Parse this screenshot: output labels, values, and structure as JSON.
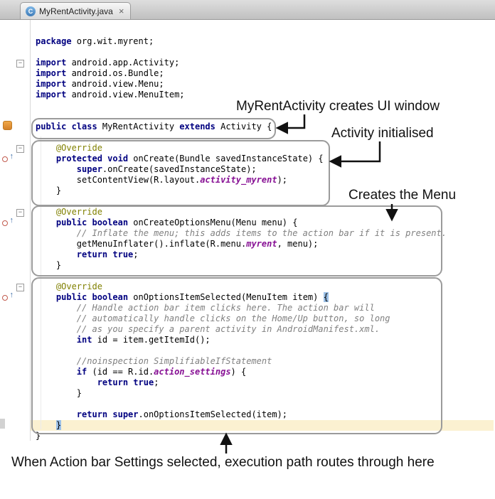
{
  "tab": {
    "title": "MyRentActivity.java",
    "close_glyph": "×",
    "class_icon_letter": "C"
  },
  "annotations": {
    "ui_window": "MyRentActivity creates UI window",
    "activity_init": "Activity initialised",
    "creates_menu": "Creates the Menu",
    "settings_route": "When Action bar Settings selected, execution path routes through here"
  },
  "gutter": {
    "override_glyph": "↑",
    "fold_glyph": "−"
  },
  "colors": {
    "keyword": "#000080",
    "plain": "#000000",
    "comment": "#808080",
    "annotation": "#808000",
    "resource_field": "#871094",
    "brace_match_bg": "#9cc1e7",
    "current_line_bg": "#fbf1d1",
    "box_border": "#9b9b9b",
    "tab_icon_bg": "#3f7cb8"
  },
  "code": {
    "lines": [
      [
        [
          "kw",
          "package"
        ],
        [
          "pl",
          " org.wit.myrent;"
        ]
      ],
      [],
      [
        [
          "kw",
          "import"
        ],
        [
          "pl",
          " android.app.Activity;"
        ]
      ],
      [
        [
          "kw",
          "import"
        ],
        [
          "pl",
          " android.os.Bundle;"
        ]
      ],
      [
        [
          "kw",
          "import"
        ],
        [
          "pl",
          " android.view.Menu;"
        ]
      ],
      [
        [
          "kw",
          "import"
        ],
        [
          "pl",
          " android.view.MenuItem;"
        ]
      ],
      [],
      [],
      [
        [
          "kw",
          "public class"
        ],
        [
          "pl",
          " MyRentActivity "
        ],
        [
          "kw",
          "extends"
        ],
        [
          "pl",
          " Activity {"
        ]
      ],
      [],
      [
        [
          "pl",
          "    "
        ],
        [
          "an",
          "@Override"
        ]
      ],
      [
        [
          "pl",
          "    "
        ],
        [
          "kw",
          "protected void"
        ],
        [
          "pl",
          " onCreate(Bundle savedInstanceState) {"
        ]
      ],
      [
        [
          "pl",
          "        "
        ],
        [
          "kw",
          "super"
        ],
        [
          "pl",
          ".onCreate(savedInstanceState);"
        ]
      ],
      [
        [
          "pl",
          "        setContentView(R.layout."
        ],
        [
          "fld",
          "activity_myrent"
        ],
        [
          "pl",
          ");"
        ]
      ],
      [
        [
          "pl",
          "    }"
        ]
      ],
      [],
      [
        [
          "pl",
          "    "
        ],
        [
          "an",
          "@Override"
        ]
      ],
      [
        [
          "pl",
          "    "
        ],
        [
          "kw",
          "public boolean"
        ],
        [
          "pl",
          " onCreateOptionsMenu(Menu menu) {"
        ]
      ],
      [
        [
          "pl",
          "        "
        ],
        [
          "cm",
          "// Inflate the menu; this adds items to the action bar if it is present."
        ]
      ],
      [
        [
          "pl",
          "        getMenuInflater().inflate(R.menu."
        ],
        [
          "fld",
          "myrent"
        ],
        [
          "pl",
          ", menu);"
        ]
      ],
      [
        [
          "pl",
          "        "
        ],
        [
          "kw",
          "return true"
        ],
        [
          "pl",
          ";"
        ]
      ],
      [
        [
          "pl",
          "    }"
        ]
      ],
      [],
      [
        [
          "pl",
          "    "
        ],
        [
          "an",
          "@Override"
        ]
      ],
      [
        [
          "pl",
          "    "
        ],
        [
          "kw",
          "public boolean"
        ],
        [
          "pl",
          " onOptionsItemSelected(MenuItem item) "
        ],
        [
          "brace",
          "{"
        ]
      ],
      [
        [
          "pl",
          "        "
        ],
        [
          "cm",
          "// Handle action bar item clicks here. The action bar will"
        ]
      ],
      [
        [
          "pl",
          "        "
        ],
        [
          "cm",
          "// automatically handle clicks on the Home/Up button, so long"
        ]
      ],
      [
        [
          "pl",
          "        "
        ],
        [
          "cm",
          "// as you specify a parent activity in AndroidManifest.xml."
        ]
      ],
      [
        [
          "pl",
          "        "
        ],
        [
          "kw",
          "int"
        ],
        [
          "pl",
          " id = item.getItemId();"
        ]
      ],
      [],
      [
        [
          "pl",
          "        "
        ],
        [
          "cm",
          "//noinspection SimplifiableIfStatement"
        ]
      ],
      [
        [
          "pl",
          "        "
        ],
        [
          "kw",
          "if"
        ],
        [
          "pl",
          " (id == R.id."
        ],
        [
          "fld",
          "action_settings"
        ],
        [
          "pl",
          ") {"
        ]
      ],
      [
        [
          "pl",
          "            "
        ],
        [
          "kw",
          "return true"
        ],
        [
          "pl",
          ";"
        ]
      ],
      [
        [
          "pl",
          "        }"
        ]
      ],
      [],
      [
        [
          "pl",
          "        "
        ],
        [
          "kw",
          "return super"
        ],
        [
          "pl",
          ".onOptionsItemSelected(item);"
        ]
      ],
      [
        [
          "pl",
          "    "
        ],
        [
          "brace",
          "}"
        ]
      ],
      [
        [
          "pl",
          "}"
        ]
      ]
    ]
  }
}
